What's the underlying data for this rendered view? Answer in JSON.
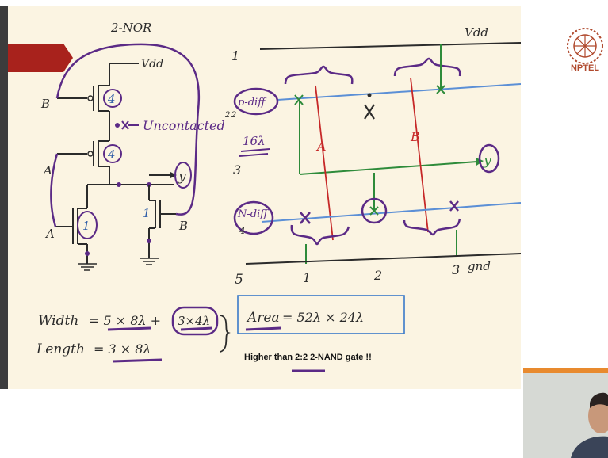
{
  "slide": {
    "header": {
      "gate_name": "2-NOR",
      "vdd_top_right": "Vdd",
      "vdd_schematic": "Vdd"
    },
    "schematic": {
      "pmos_sizes": [
        "4",
        "4"
      ],
      "nmos_sizes": [
        "1",
        "1"
      ],
      "input_a_labels": [
        "A",
        "A"
      ],
      "input_b_labels": [
        "B",
        "B"
      ],
      "output_label": "y",
      "annotation": "Uncontacted",
      "annotation_sup": "2"
    },
    "stick_diagram": {
      "track_numbers": [
        "1",
        "2",
        "3",
        "4",
        "5"
      ],
      "p_diff": "p-diff",
      "n_diff": "N-diff",
      "spacing": "16λ",
      "gate_labels": [
        "A",
        "B"
      ],
      "output_label": "y",
      "bottom_columns": [
        "1",
        "2",
        "3"
      ],
      "gnd": "gnd"
    },
    "equations": {
      "width_label": "Width",
      "width_expr_a": "= 5 × 8λ +",
      "width_expr_b": "3×4λ",
      "length_label": "Length",
      "length_expr": "= 3 × 8λ"
    },
    "area": {
      "label": "Area",
      "expr": "=  52λ  ×  24λ"
    },
    "caption": "Higher than 2:2 2-NAND gate !!"
  },
  "logo": {
    "text": "NPTEL"
  },
  "colors": {
    "board": "#fbf4e2",
    "pen_purple": "#5b2a86",
    "pen_blue": "#2f5ea8",
    "pen_red": "#c62828",
    "pen_green": "#2e8b3a",
    "rail_blue": "#5b8fd6",
    "tab_red": "#a8221c",
    "logo": "#b04a2e"
  }
}
